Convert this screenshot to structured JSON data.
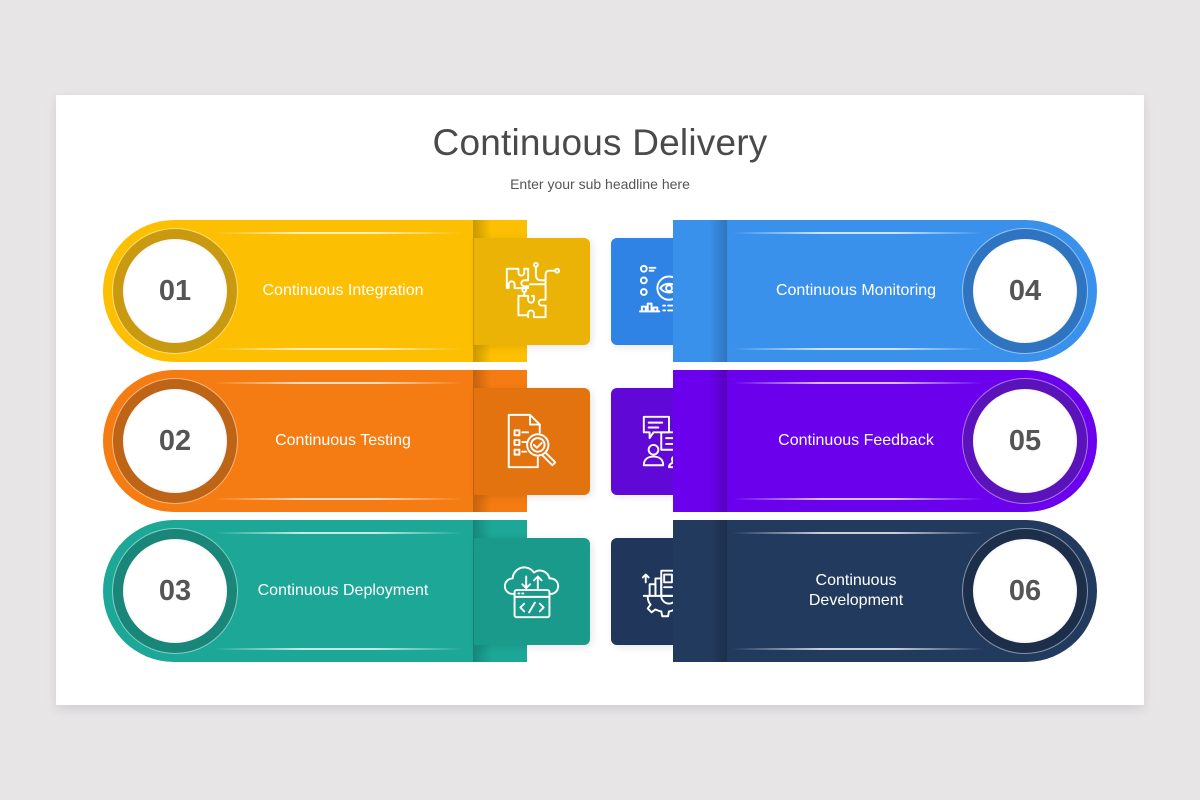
{
  "title": "Continuous Delivery",
  "subtitle": "Enter your sub headline here",
  "items": [
    {
      "number": "01",
      "label": "Continuous Integration",
      "icon": "puzzle-icon",
      "color": "#fcbf02",
      "ring": "#c99a10",
      "tab": "#eab305"
    },
    {
      "number": "02",
      "label": "Continuous Testing",
      "icon": "document-check-icon",
      "color": "#f47c12",
      "ring": "#bd6416",
      "tab": "#e3730f"
    },
    {
      "number": "03",
      "label": "Continuous Deployment",
      "icon": "cloud-code-icon",
      "color": "#1ca797",
      "ring": "#1a8679",
      "tab": "#199a8b"
    },
    {
      "number": "04",
      "label": "Continuous Monitoring",
      "icon": "monitoring-eye-icon",
      "color": "#3a91ec",
      "ring": "#2f74c0",
      "tab": "#2f83e4"
    },
    {
      "number": "05",
      "label": "Continuous Feedback",
      "icon": "feedback-chat-icon",
      "color": "#6b00ec",
      "ring": "#5a12bb",
      "tab": "#6008d6"
    },
    {
      "number": "06",
      "label": "Continuous Development",
      "icon": "development-gear-icon",
      "color": "#233a5f",
      "ring": "#1d2e4b",
      "tab": "#20365a"
    }
  ]
}
